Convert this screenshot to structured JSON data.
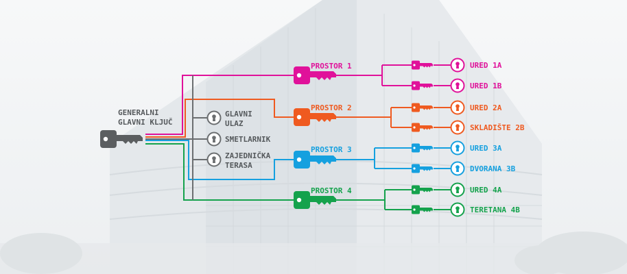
{
  "colors": {
    "master": "#5b5e60",
    "prostor1": "#e0119a",
    "prostor2": "#ef5a20",
    "prostor3": "#15a0df",
    "prostor4": "#14a24c",
    "common": "#6b6e70"
  },
  "master_key": {
    "label_line1": "GENERALNI",
    "label_line2": "GLAVNI KLJUČ",
    "icon": "key-icon"
  },
  "common_areas": [
    {
      "line1": "GLAVNI",
      "line2": "ULAZ",
      "icon": "lock-icon"
    },
    {
      "line1": "SMETLARNIK",
      "line2": "",
      "icon": "lock-icon"
    },
    {
      "line1": "ZAJEDNIČKA",
      "line2": "TERASA",
      "icon": "lock-icon"
    }
  ],
  "zones": [
    {
      "label": "PROSTOR 1",
      "rooms": [
        "URED 1A",
        "URED 1B"
      ]
    },
    {
      "label": "PROSTOR 2",
      "rooms": [
        "URED 2A",
        "SKLADIŠTE 2B"
      ]
    },
    {
      "label": "PROSTOR 3",
      "rooms": [
        "URED 3A",
        "DVORANA 3B"
      ]
    },
    {
      "label": "PROSTOR 4",
      "rooms": [
        "URED 4A",
        "TERETANA 4B"
      ]
    }
  ]
}
